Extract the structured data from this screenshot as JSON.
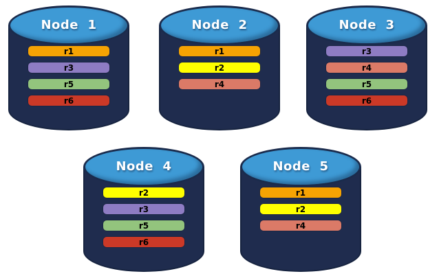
{
  "diagram": {
    "background": "#FFFFFF",
    "cylinder": {
      "body_color": "#1F2C4E",
      "body_border_color": "#16233F",
      "top_color": "#3E9AD5",
      "top_border_color": "#1A2B4C",
      "title_color": "#FFFFFF"
    },
    "bar_label_color": "#000000",
    "replica_colors": {
      "r1": "#F6A303",
      "r2": "#FFFF00",
      "r3": "#8E7CC3",
      "r4": "#DB7A67",
      "r5": "#93C47D",
      "r6": "#CB3927"
    },
    "nodes": [
      {
        "title": "Node  1",
        "replicas": [
          "r1",
          "r3",
          "r5",
          "r6"
        ]
      },
      {
        "title": "Node  2",
        "replicas": [
          "r1",
          "r2",
          "r4"
        ]
      },
      {
        "title": "Node  3",
        "replicas": [
          "r3",
          "r4",
          "r5",
          "r6"
        ]
      },
      {
        "title": "Node  4",
        "replicas": [
          "r2",
          "r3",
          "r5",
          "r6"
        ]
      },
      {
        "title": "Node  5",
        "replicas": [
          "r1",
          "r2",
          "r4"
        ]
      }
    ]
  }
}
